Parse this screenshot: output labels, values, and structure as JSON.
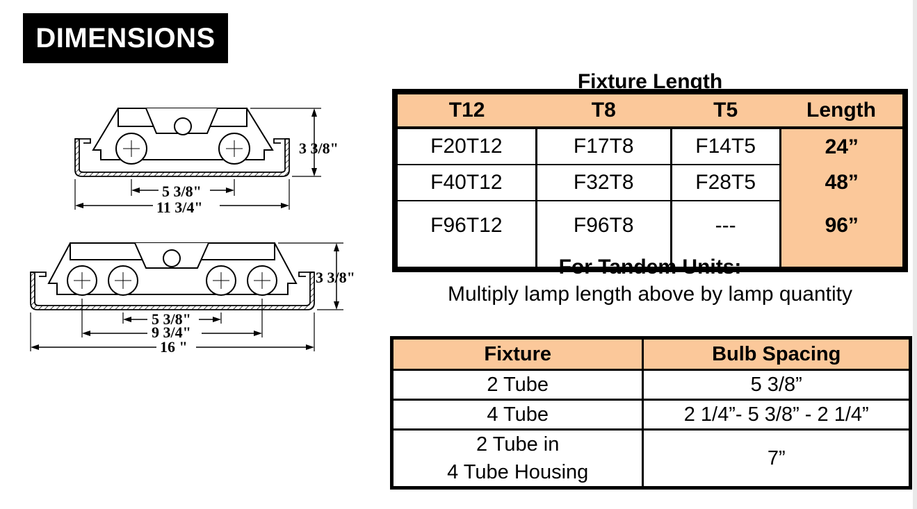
{
  "header": {
    "title": "DIMENSIONS"
  },
  "drawing_top": {
    "height_label": "3 3/8\"",
    "spacing_label": "5 3/8\"",
    "width_label": "11 3/4\""
  },
  "drawing_bottom": {
    "height_label": "3 3/8\"",
    "spacing_label": "5 3/8\"",
    "inner_label": "9 3/4\"",
    "width_label": "16 \""
  },
  "fixture_length": {
    "caption": "Fixture Length",
    "headers": [
      "T12",
      "T8",
      "T5",
      "Length"
    ],
    "rows": [
      [
        "F20T12",
        "F17T8",
        "F14T5",
        "24”"
      ],
      [
        "F40T12",
        "F32T8",
        "F28T5",
        "48”"
      ],
      [
        "F96T12",
        "F96T8",
        "---",
        "96”"
      ]
    ]
  },
  "tandem": {
    "title": "For Tandem Units:",
    "note": "Multiply lamp length  above by lamp quantity"
  },
  "bulb_spacing": {
    "headers": [
      "Fixture",
      "Bulb Spacing"
    ],
    "rows": [
      {
        "fixture": [
          "2 Tube"
        ],
        "spacing": "5 3/8”"
      },
      {
        "fixture": [
          "4 Tube"
        ],
        "spacing": "2 1/4”- 5 3/8” - 2 1/4”"
      },
      {
        "fixture": [
          "2 Tube in",
          "4 Tube Housing"
        ],
        "spacing": "7”"
      }
    ]
  },
  "colors": {
    "header_bg": "#000000",
    "table_accent": "#fbc89a"
  }
}
